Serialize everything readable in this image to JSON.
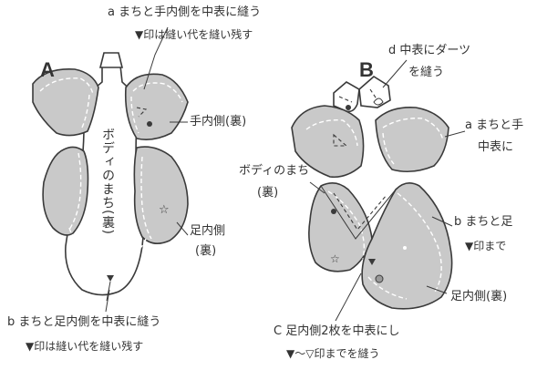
{
  "colors": {
    "piece_fill": "#c9c9c9",
    "body_fill": "#ffffff",
    "line": "#3a3a3a",
    "background": "#ffffff"
  },
  "panel_a": {
    "letter": "A",
    "top_note_line1": "a まちと手内側を中表に縫う",
    "top_note_line2": "▼印は縫い代を縫い残す",
    "hand_inner_label": "手内側(裏)",
    "body_gusset_vertical": "ボディのまち(裏)",
    "foot_inner_label_line1": "足内側",
    "foot_inner_label_line2": "(裏)",
    "bottom_note_line1": "b まちと足内側を中表に縫う",
    "bottom_note_line2": "▼印は縫い代を縫い残す"
  },
  "panel_b": {
    "letter": "B",
    "dart_note_line1": "d 中表にダーツ",
    "dart_note_line2": "を縫う",
    "hand_note_line1": "a まちと手",
    "hand_note_line2": "中表に",
    "body_gusset_line1": "ボディのまち",
    "body_gusset_line2": "(裏)",
    "foot_note_line1": "b まちと足",
    "foot_note_line2": "▼印まで",
    "foot_inner_label": "足内側(裏)",
    "bottom_note_line1": "C 足内側2枚を中表にし",
    "bottom_note_line2": "▼〜▽印までを縫う"
  }
}
